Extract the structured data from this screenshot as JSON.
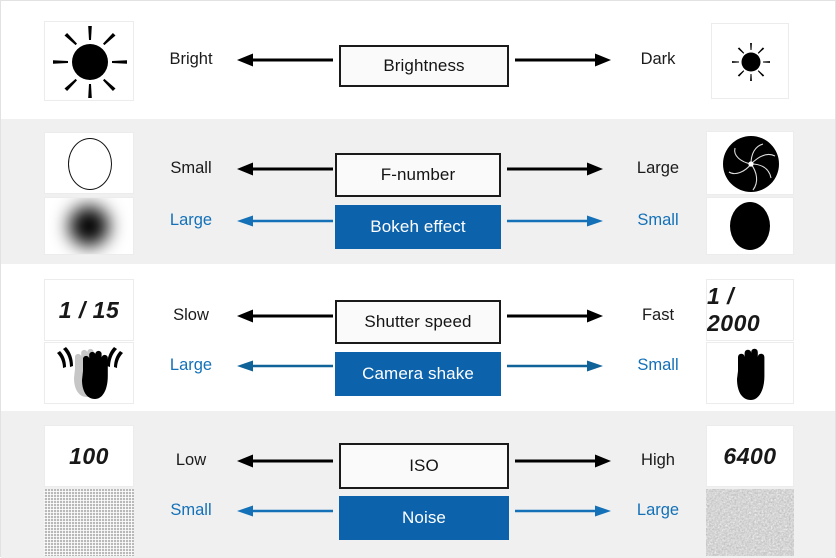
{
  "figure": {
    "title": "Camera exposure triangle trade-off chart",
    "accent_blue": "#0c62ab",
    "link_blue": "#1471b8",
    "row_alt_bg": "#f0f0f0",
    "row_plain_bg": "#ffffff"
  },
  "rows": [
    {
      "id": "brightness",
      "lines": [
        {
          "id": "brightness-line",
          "center_label": "Brightness",
          "style": "light",
          "left_label": "Bright",
          "right_label": "Dark",
          "arrow_color": "#000000",
          "left_icon": "sun-large-icon",
          "right_icon": "sun-small-icon"
        }
      ]
    },
    {
      "id": "f-number",
      "lines": [
        {
          "id": "f-number-line",
          "center_label": "F-number",
          "style": "light",
          "left_label": "Small",
          "right_label": "Large",
          "arrow_color": "#000000",
          "left_icon": "aperture-open-icon",
          "right_icon": "aperture-closed-icon"
        },
        {
          "id": "bokeh-effect-line",
          "center_label": "Bokeh effect",
          "style": "blue",
          "left_label": "Large",
          "right_label": "Small",
          "arrow_color": "#1471b8",
          "left_icon": "blurred-dot-icon",
          "right_icon": "sharp-dot-icon"
        }
      ]
    },
    {
      "id": "shutter-speed",
      "lines": [
        {
          "id": "shutter-speed-line",
          "center_label": "Shutter speed",
          "style": "light",
          "left_label": "Slow",
          "right_label": "Fast",
          "arrow_color": "#000000",
          "left_icon": "shutter-value-slow",
          "right_icon": "shutter-value-fast",
          "left_value": "1 / 15",
          "right_value": "1 / 2000"
        },
        {
          "id": "camera-shake-line",
          "center_label": "Camera shake",
          "style": "blue",
          "left_label": "Large",
          "right_label": "Small",
          "arrow_color": "#0f6398",
          "left_icon": "shaking-hand-icon",
          "right_icon": "steady-hand-icon"
        }
      ]
    },
    {
      "id": "iso",
      "lines": [
        {
          "id": "iso-line",
          "center_label": "ISO",
          "style": "light",
          "left_label": "Low",
          "right_label": "High",
          "arrow_color": "#000000",
          "left_icon": "iso-value-low",
          "right_icon": "iso-value-high",
          "left_value": "100",
          "right_value": "6400"
        },
        {
          "id": "noise-line",
          "center_label": "Noise",
          "style": "blue",
          "left_label": "Small",
          "right_label": "Large",
          "arrow_color": "#1471b8",
          "left_icon": "noise-low-swatch",
          "right_icon": "noise-high-swatch"
        }
      ]
    }
  ]
}
